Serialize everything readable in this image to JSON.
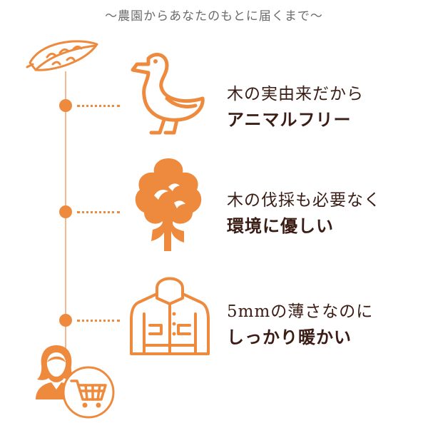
{
  "title": "〜農園からあなたのもとに届くまで〜",
  "steps": [
    {
      "icon": "duck-icon",
      "sub": "木の実由来だから",
      "main": "アニマルフリー"
    },
    {
      "icon": "tree-icon",
      "sub": "木の伐採も必要なく",
      "main": "環境に優しい"
    },
    {
      "icon": "jacket-icon",
      "sub": "5mmの薄さなのに",
      "main": "しっかり暖かい"
    }
  ],
  "icons": {
    "start": "kapok-pod-icon",
    "end": "customer-with-cart-icon"
  },
  "colors": {
    "accent": "#ee8a3e",
    "line": "#f4b98c",
    "text": "#3a1c14",
    "title": "#6b6b6b"
  }
}
